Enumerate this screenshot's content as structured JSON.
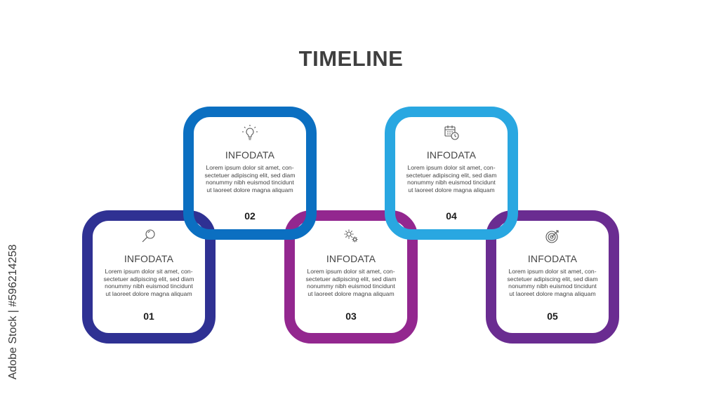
{
  "title": "TIMELINE",
  "steps": [
    {
      "number": "01",
      "heading": "INFODATA",
      "icon": "magnifier-icon",
      "color": "#2f3193",
      "lines": [
        "Lorem ipsum dolor sit amet, con-",
        "sectetuer adipiscing elit, sed diam",
        "nonummy nibh euismod tincidunt",
        "ut laoreet dolore magna aliquam"
      ]
    },
    {
      "number": "02",
      "heading": "INFODATA",
      "icon": "lightbulb-icon",
      "color": "#0b6fc1",
      "lines": [
        "Lorem ipsum dolor sit amet, con-",
        "sectetuer adipiscing elit, sed diam",
        "nonummy nibh euismod tincidunt",
        "ut laoreet dolore magna aliquam"
      ]
    },
    {
      "number": "03",
      "heading": "INFODATA",
      "icon": "gears-icon",
      "color": "#93278f",
      "lines": [
        "Lorem ipsum dolor sit amet, con-",
        "sectetuer adipiscing elit, sed diam",
        "nonummy nibh euismod tincidunt",
        "ut laoreet dolore magna aliquam"
      ]
    },
    {
      "number": "04",
      "heading": "INFODATA",
      "icon": "calendar-clock-icon",
      "color": "#29a7e1",
      "lines": [
        "Lorem ipsum dolor sit amet, con-",
        "sectetuer adipiscing elit, sed diam",
        "nonummy nibh euismod tincidunt",
        "ut laoreet dolore magna aliquam"
      ]
    },
    {
      "number": "05",
      "heading": "INFODATA",
      "icon": "target-icon",
      "color": "#6a2c91",
      "lines": [
        "Lorem ipsum dolor sit amet, con-",
        "sectetuer adipiscing elit, sed diam",
        "nonummy nibh euismod tincidunt",
        "ut laoreet dolore magna aliquam"
      ]
    }
  ],
  "watermark": "Adobe Stock | #596214258"
}
